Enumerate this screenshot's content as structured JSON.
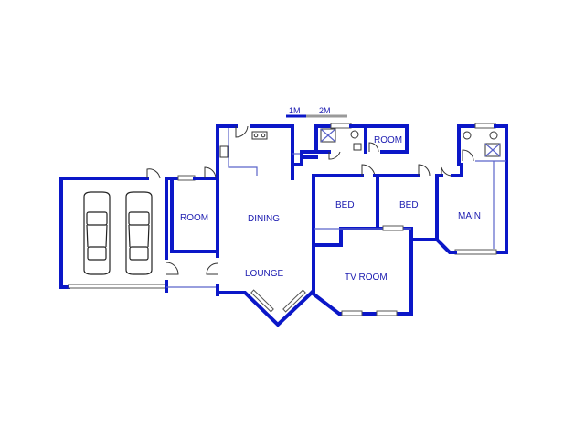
{
  "scale": {
    "m1": "1M",
    "m2": "2M"
  },
  "rooms": {
    "room_left": "ROOM",
    "dining": "DINING",
    "lounge": "LOUNGE",
    "bed_1": "BED",
    "bed_2": "BED",
    "room_top": "ROOM",
    "main": "MAIN",
    "tv_room": "TV ROOM"
  },
  "colors": {
    "wall": "#0b17c8",
    "label": "#1b1bb0"
  }
}
